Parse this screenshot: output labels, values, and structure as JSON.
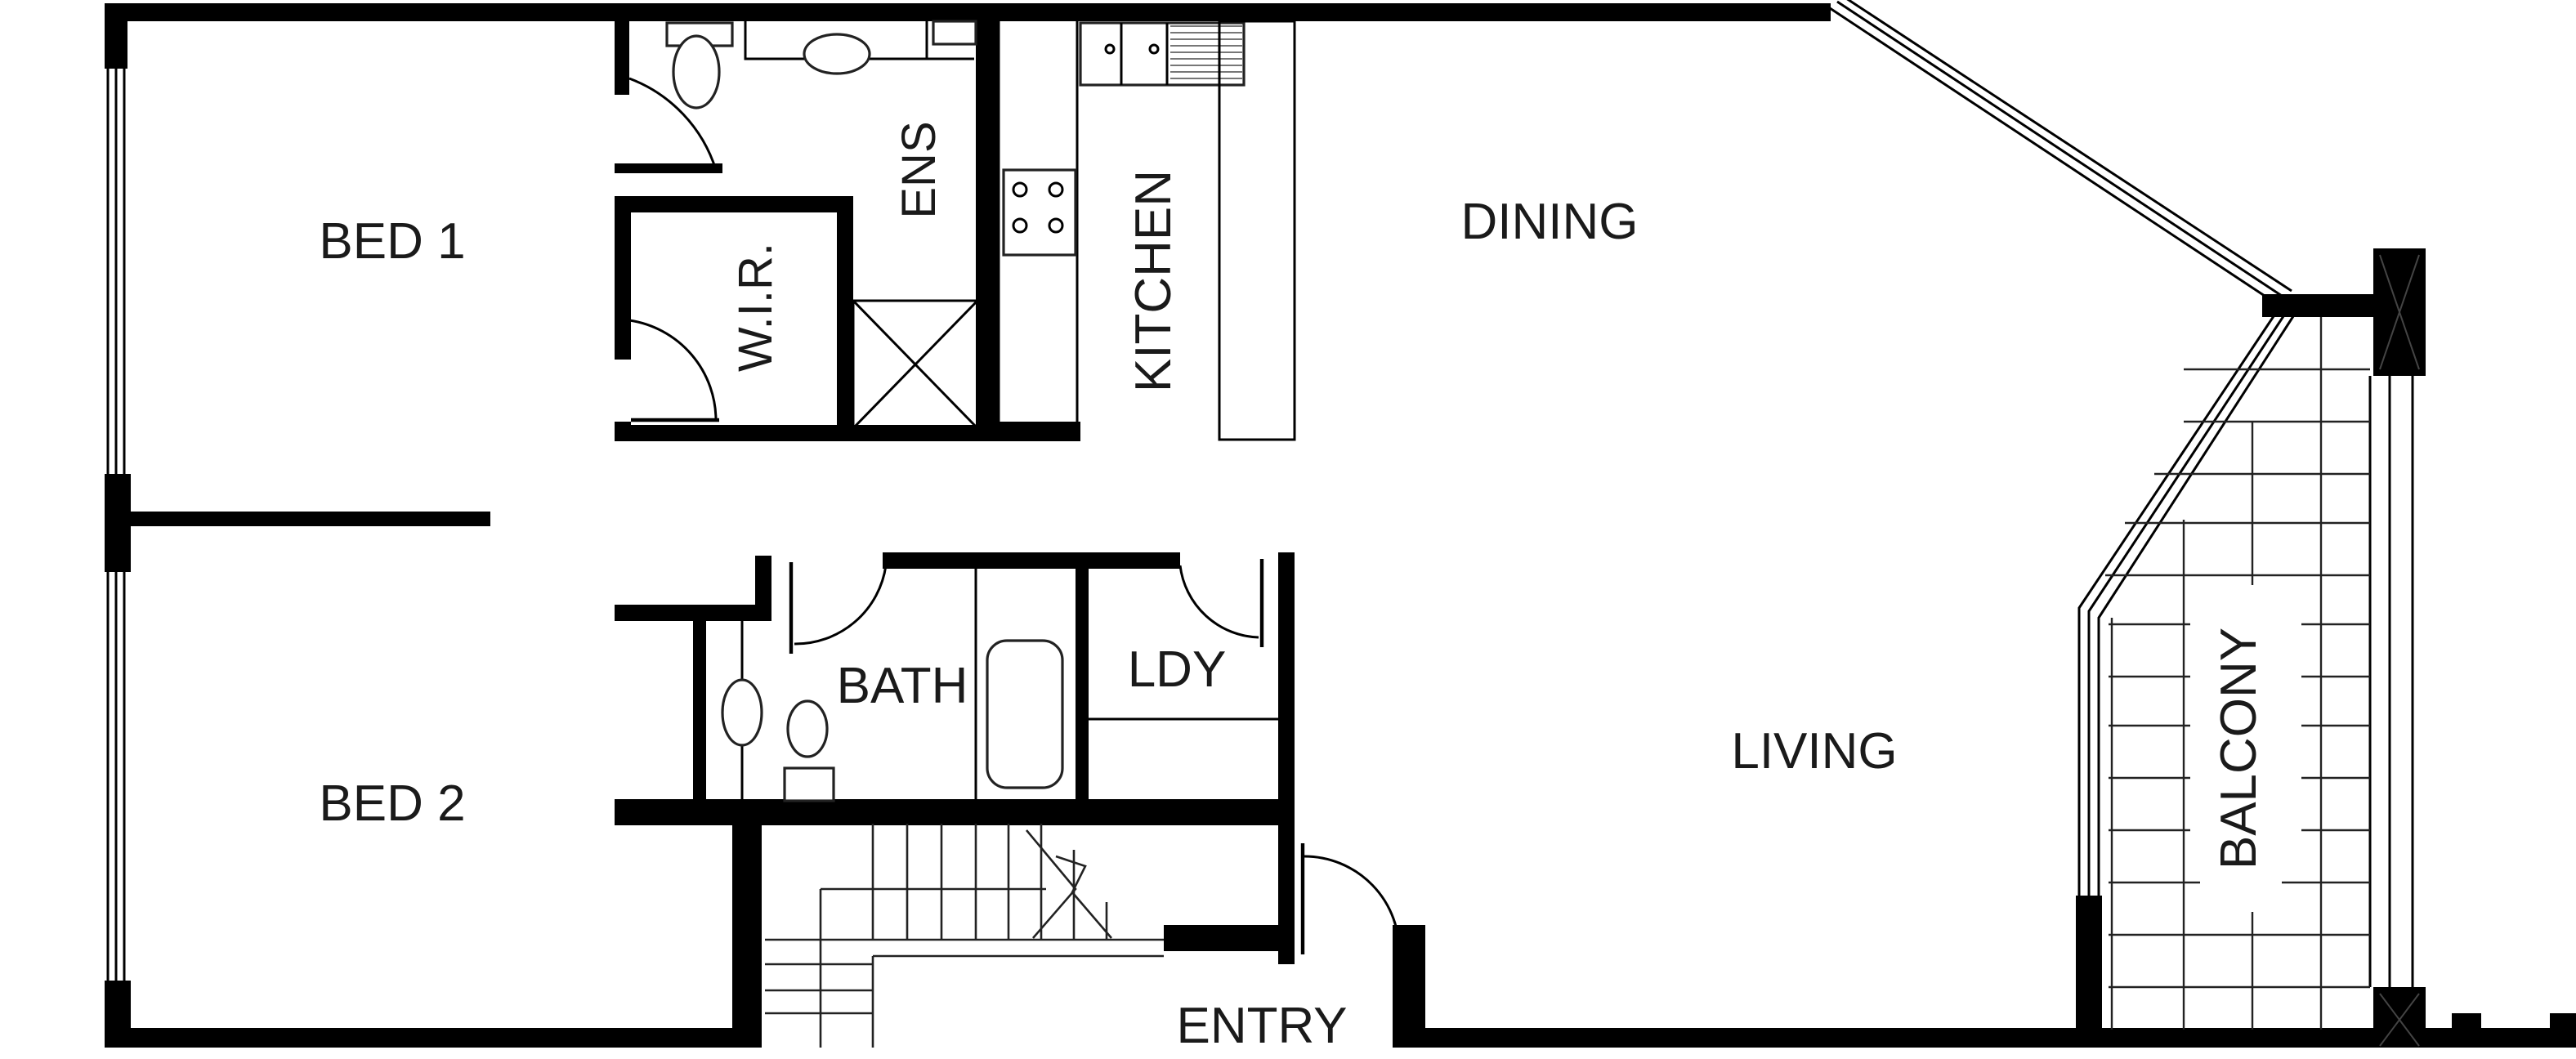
{
  "plan": {
    "type": "floor-plan",
    "colors": {
      "wall": "#000000",
      "background": "#ffffff",
      "text": "#1a1a1a"
    },
    "rooms": [
      {
        "id": "bed1",
        "label": "BED 1"
      },
      {
        "id": "wir",
        "label": "W.I.R."
      },
      {
        "id": "ens",
        "label": "ENS"
      },
      {
        "id": "kitchen",
        "label": "KITCHEN"
      },
      {
        "id": "dining",
        "label": "DINING"
      },
      {
        "id": "bed2",
        "label": "BED 2"
      },
      {
        "id": "bath",
        "label": "BATH"
      },
      {
        "id": "ldy",
        "label": "LDY"
      },
      {
        "id": "living",
        "label": "LIVING"
      },
      {
        "id": "balcony",
        "label": "BALCONY"
      },
      {
        "id": "entry",
        "label": "ENTRY"
      }
    ]
  }
}
